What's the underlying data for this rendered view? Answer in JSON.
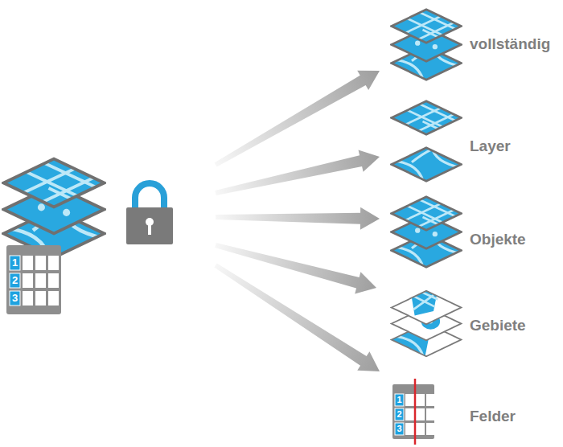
{
  "diagram": {
    "nodes": [
      {
        "text": [
          "1",
          "2",
          "3"
        ]
      },
      {
        "text": [
          "vollständig"
        ]
      },
      {
        "text": [
          "Layer"
        ]
      },
      {
        "text": [
          "Objekte"
        ]
      },
      {
        "text": [
          "Gebiete"
        ]
      },
      {
        "text": [
          "1",
          "2",
          "3",
          "Felder"
        ]
      }
    ],
    "edges": [
      {
        "from": 0,
        "to": 1,
        "arrow": "to"
      },
      {
        "from": 0,
        "to": 2,
        "arrow": "to"
      },
      {
        "from": 0,
        "to": 3,
        "arrow": "to"
      },
      {
        "from": 0,
        "to": 4,
        "arrow": "to"
      },
      {
        "from": 0,
        "to": 5,
        "arrow": "to"
      }
    ]
  }
}
